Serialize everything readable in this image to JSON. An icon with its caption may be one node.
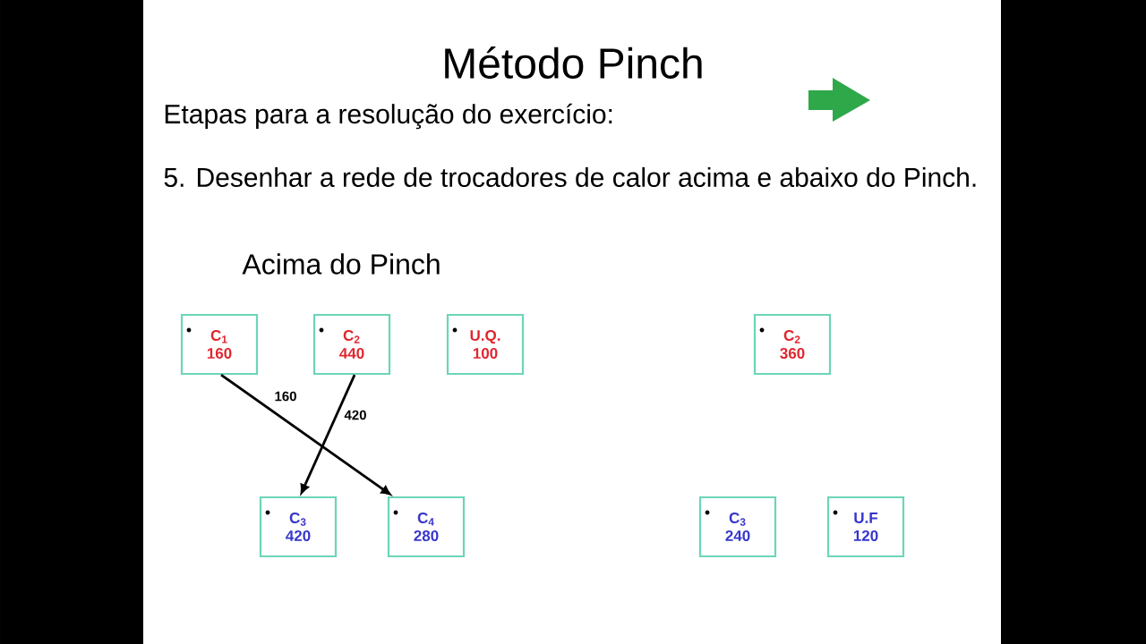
{
  "diagram": {
    "title": "Método Pinch",
    "nodes": [
      {
        "text": [
          "C$_{1}$",
          "160"
        ]
      },
      {
        "text": [
          "C$_{2}$",
          "440"
        ]
      },
      {
        "text": [
          "U.Q.",
          "100"
        ]
      },
      {
        "text": [
          "C$_{2}$",
          "360"
        ]
      },
      {
        "text": [
          "C$_{3}$",
          "420"
        ]
      },
      {
        "text": [
          "C$_{4}$",
          "280"
        ]
      },
      {
        "text": [
          "C$_{3}$",
          "240"
        ]
      },
      {
        "text": [
          "U.F",
          "120"
        ]
      }
    ],
    "edges": [
      {
        "from": 0,
        "to": 5,
        "arrow": "to",
        "label": "160"
      },
      {
        "from": 1,
        "to": 4,
        "arrow": "to",
        "label": "420"
      }
    ],
    "labels": [
      "Etapas para a resolução do exercício:",
      "5. Desenhar a rede de trocadores de calor acima e abaixo do Pinch.",
      "Acima do Pinch"
    ]
  }
}
